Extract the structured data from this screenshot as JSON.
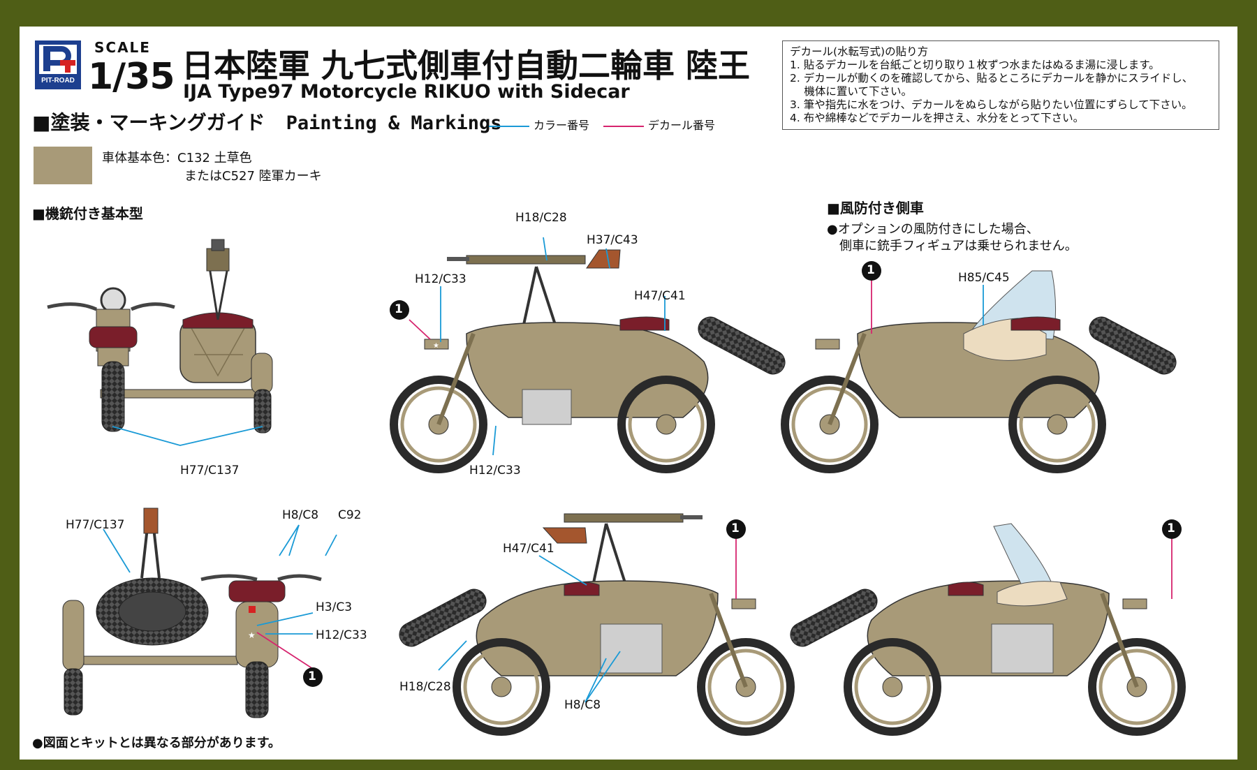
{
  "brand": {
    "logo_text": "PIT-ROAD"
  },
  "scale": {
    "word": "SCALE",
    "value": "1/35"
  },
  "title": {
    "jp": "日本陸軍 九七式側車付自動二輪車 陸王",
    "en": "IJA Type97 Motorcycle RIKUO with Sidecar"
  },
  "section": {
    "jp": "■塗装・マーキングガイド",
    "en": "Painting & Markings"
  },
  "legend": {
    "color_label": "カラー番号",
    "decal_label": "デカール番号",
    "color_line": "#1a9ad6",
    "decal_line": "#d6246e"
  },
  "instructions": {
    "title": "デカール(水転写式)の貼り方",
    "steps": [
      "1. 貼るデカールを台紙ごと切り取り１枚ずつ水またはぬるま湯に浸します。",
      "2. デカールが動くのを確認してから、貼るところにデカールを静かにスライドし、",
      "　 機体に置いて下さい。",
      "3. 筆や指先に水をつけ、デカールをぬらしながら貼りたい位置にずらして下さい。",
      "4. 布や綿棒などでデカールを押さえ、水分をとって下さい。"
    ]
  },
  "base_color": {
    "swatch": "#a89a78",
    "line1": "車体基本色：C132 土草色",
    "line2": "またはC527 陸軍カーキ"
  },
  "variant_mg": {
    "heading": "■機銃付き基本型"
  },
  "variant_windshield": {
    "heading": "■風防付き側車",
    "note1": "●オプションの風防付きにした場合、",
    "note2": "　側車に銃手フィギュアは乗せられません。"
  },
  "labels": {
    "front_h77": "H77/C137",
    "side1_h18": "H18/C28",
    "side1_h37": "H37/C43",
    "side1_h12a": "H12/C33",
    "side1_h47": "H47/C41",
    "side1_h12b": "H12/C33",
    "ws1_h85": "H85/C45",
    "rear_h77": "H77/C137",
    "rear_h8": "H8/C8",
    "rear_c92": "C92",
    "rear_h3": "H3/C3",
    "rear_h12": "H12/C33",
    "side2_h47": "H47/C41",
    "side2_h18": "H18/C28",
    "side2_h8": "H8/C8",
    "decal_1": "1"
  },
  "footer": "●図面とキットとは異なる部分があります。",
  "colors": {
    "khaki": "#a89a78",
    "khaki_dark": "#7d7050",
    "seat": "#7a1e2a",
    "tire": "#2a2a2a",
    "windshield": "#cfe3ee",
    "cover": "#ecdcc0",
    "stock": "#a4562e"
  }
}
